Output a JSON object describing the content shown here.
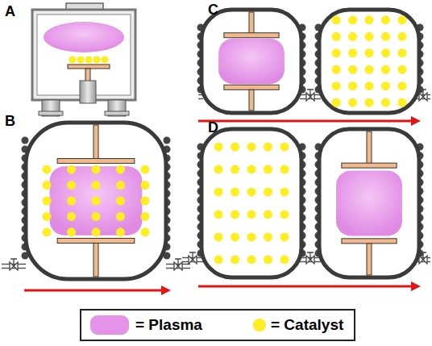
{
  "diagram": {
    "labels": [
      "A",
      "B",
      "C",
      "D"
    ],
    "legend": [
      {
        "text": "= Plasma",
        "color": "#e592e9"
      },
      {
        "text": "= Catalyst",
        "color": "#ffee22"
      }
    ]
  }
}
